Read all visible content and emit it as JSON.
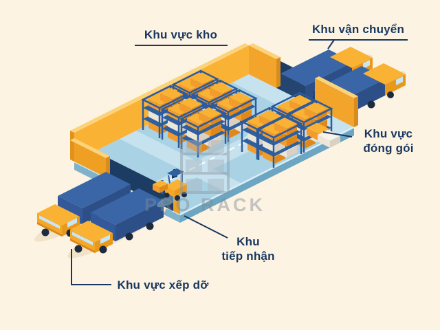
{
  "watermark": {
    "brand": "PRO RACK"
  },
  "labels": {
    "storage": "Khu vực kho",
    "shipping": "Khu vận chuyển",
    "packing_line1": "Khu vực",
    "packing_line2": "đóng gói",
    "receiving_line1": "Khu",
    "receiving_line2": "tiếp nhận",
    "loading": "Khu vực xếp dỡ"
  },
  "colors": {
    "background": "#fdf3e3",
    "label_text": "#17375e",
    "wall_yellow": "#f9b234",
    "floor_blue": "#a9d2e4",
    "truck_blue": "#2b4f86",
    "box_orange": "#f08c1e",
    "watermark_gray": "#7f8a95"
  }
}
